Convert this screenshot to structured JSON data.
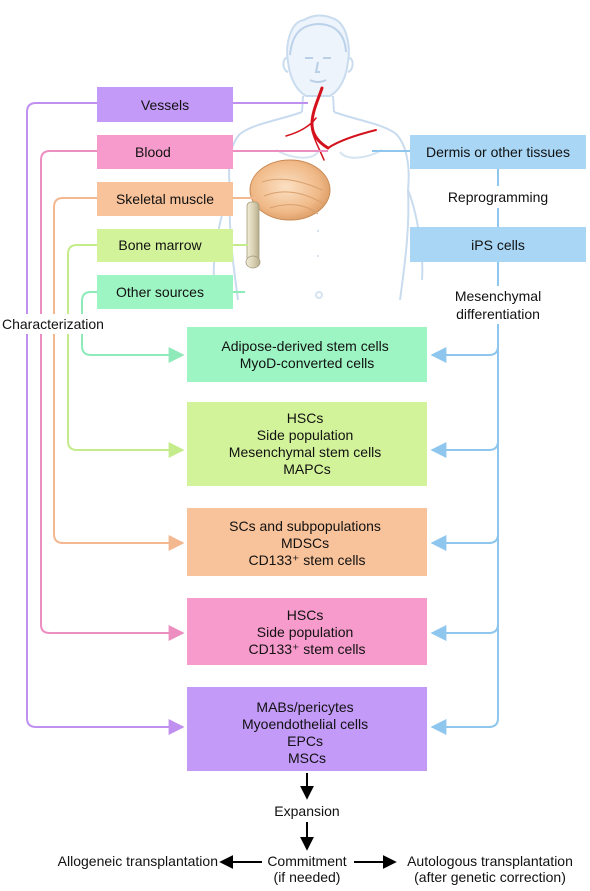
{
  "sources": {
    "vessels": "Vessels",
    "blood": "Blood",
    "skeletal_muscle": "Skeletal muscle",
    "bone_marrow": "Bone marrow",
    "other_sources": "Other sources",
    "dermis": "Dermis or other tissues",
    "ips": "iPS cells"
  },
  "labels": {
    "reprogramming": "Reprogramming",
    "mesenchymal_line1": "Mesenchymal",
    "mesenchymal_line2": "differentiation",
    "characterization": "Characterization",
    "expansion": "Expansion",
    "commitment_line1": "Commitment",
    "commitment_line2": "(if needed)",
    "allogeneic": "Allogeneic transplantation",
    "autologous_line1": "Autologous transplantation",
    "autologous_line2": "(after genetic correction)"
  },
  "cell_boxes": [
    {
      "id": "other",
      "lines": [
        "Adipose-derived stem cells",
        "MyoD-converted cells"
      ]
    },
    {
      "id": "marrow",
      "lines": [
        "HSCs",
        "Side population",
        "Mesenchymal stem cells",
        "MAPCs"
      ]
    },
    {
      "id": "muscle",
      "lines": [
        "SCs and subpopulations",
        "MDSCs",
        "CD133⁺ stem cells"
      ]
    },
    {
      "id": "blood",
      "lines": [
        "HSCs",
        "Side population",
        "CD133⁺ stem cells"
      ]
    },
    {
      "id": "vessels",
      "lines": [
        "MABs/pericytes",
        "Myoendothelial cells",
        "EPCs",
        "MSCs"
      ]
    }
  ],
  "colors": {
    "vessels": "#c39af7",
    "blood": "#f79bcc",
    "muscle": "#f8c29a",
    "marrow": "#d2f39a",
    "other": "#9ef5c4",
    "ips": "#a9d6f5",
    "vessels_line": "#c090f0",
    "blood_line": "#ec8ec0",
    "muscle_line": "#f4b890",
    "marrow_line": "#c5ec8a",
    "other_line": "#8eeab8",
    "ips_line": "#8ec6ee",
    "body_outline": "#c9dcef",
    "vessel_red": "#d4121d"
  }
}
